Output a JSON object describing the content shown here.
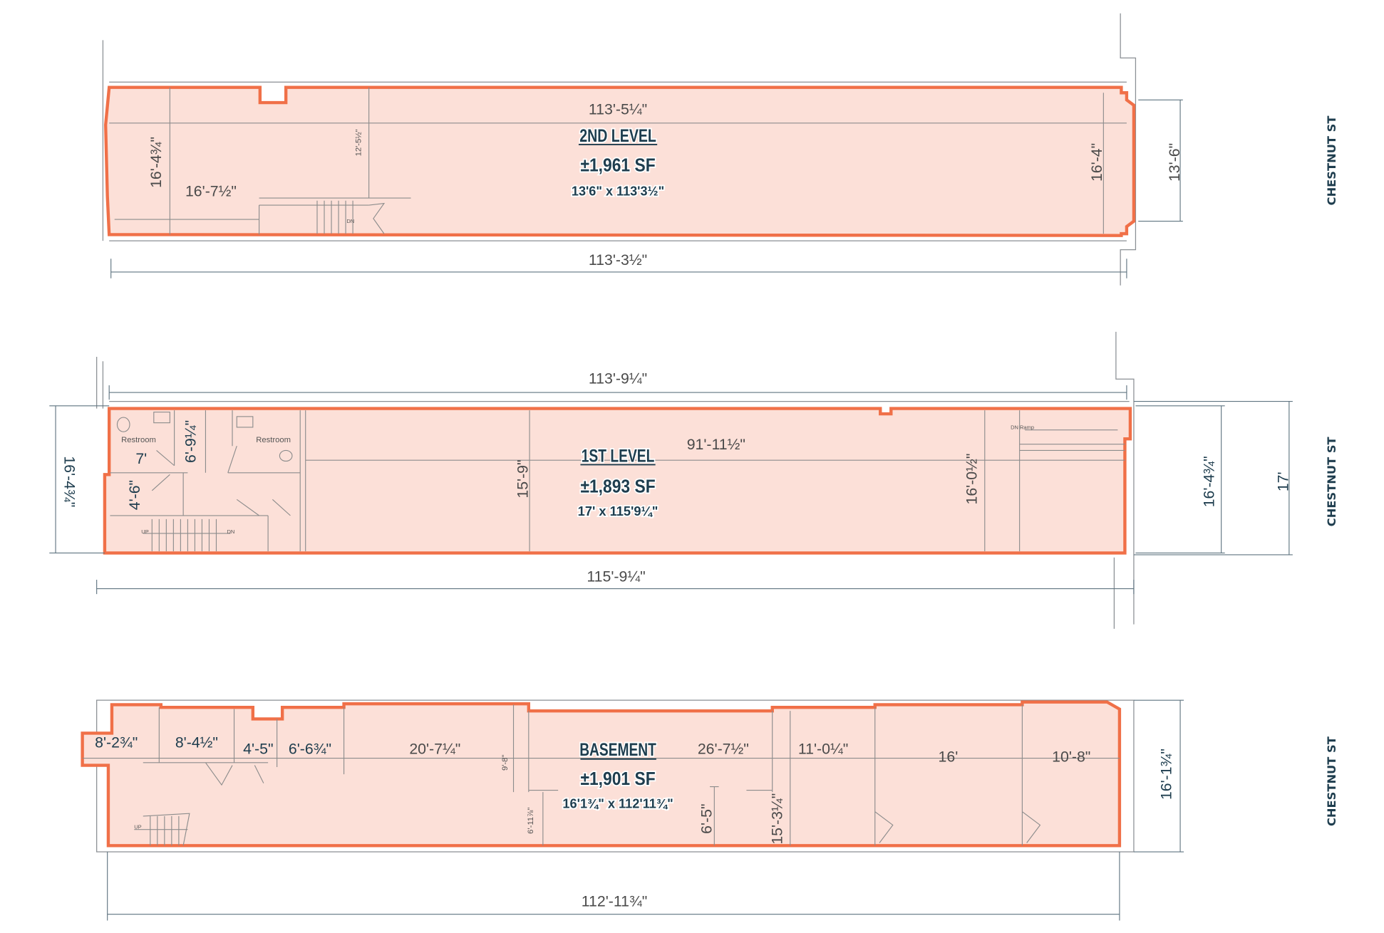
{
  "street": "CHESTNUT ST",
  "colors": {
    "outline": "#f07048",
    "fill": "#fce0d8",
    "text": "#1e3d4e"
  },
  "levels": [
    {
      "name": "2ND LEVEL",
      "area": "±1,961 SF",
      "size": "13'6\" x 113'3½\"",
      "dims": {
        "top": "113'-5¼\"",
        "bottom": "113'-3½\"",
        "right": "13'-6\"",
        "inner_right": "16'-4\"",
        "inner_left": "16'-4¾\"",
        "left_room": "16'-7½\"",
        "stair": "12'-5½\""
      },
      "notes": {
        "stair": "DN"
      }
    },
    {
      "name": "1ST LEVEL",
      "area": "±1,893 SF",
      "size": "17' x 115'9¼\"",
      "dims": {
        "top": "113'-9¼\"",
        "bottom": "115'-9¼\"",
        "left": "16'-4¾\"",
        "right_inner": "16'-4¾\"",
        "right_outer": "17'",
        "length": "91'-11½\"",
        "mid": "15'-9\"",
        "front": "16'-0½\"",
        "restroom_width": "7'",
        "restroom_depth": "6'-9¼\"",
        "hall": "4'-6\""
      },
      "rooms": [
        "Restroom",
        "Restroom"
      ],
      "notes": {
        "up": "UP",
        "dn": "DN",
        "ramp": "DN Ramp"
      }
    },
    {
      "name": "BASEMENT",
      "area": "±1,901 SF",
      "size": "16'1¾\" x 112'11¾\"",
      "dims": {
        "bottom": "112'-11¾\"",
        "right": "16'-1¾\"",
        "segments": [
          "8'-2¾\"",
          "8'-4½\"",
          "4'-5\"",
          "6'-6¾\"",
          "20'-7¼\"",
          "26'-7½\"",
          "11'-0¼\"",
          "16'",
          "10'-8\""
        ],
        "v1": "9'-8\"",
        "v2": "6'-11⅞\"",
        "v3": "6'-5\"",
        "v4": "15'-3¼\""
      },
      "notes": {
        "up": "UP"
      }
    }
  ]
}
